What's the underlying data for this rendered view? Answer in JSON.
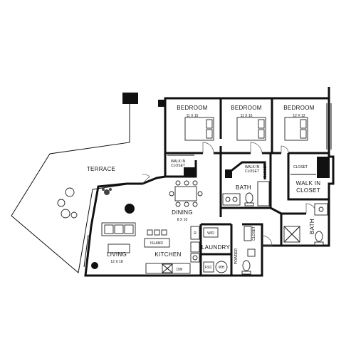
{
  "rooms": {
    "terrace": {
      "name": "TERRACE"
    },
    "bedroom1": {
      "name": "BEDROOM",
      "size": "11 X 15"
    },
    "bedroom2": {
      "name": "BEDROOM",
      "size": "11 X 15"
    },
    "bedroom3": {
      "name": "BEDROOM",
      "size": "12 X 12"
    },
    "walk_in_closet_small": {
      "line1": "WALK IN",
      "line2": "CLOSET"
    },
    "walk_in_closet_mid": {
      "line1": "WALK IN",
      "line2": "CLOSET"
    },
    "closet_small": {
      "name": "CLOSET"
    },
    "closet_tiny": {
      "name": "CLOSET"
    },
    "walk_in_closet_large": {
      "line1": "WALK IN",
      "line2": "CLOSET"
    },
    "bath1": {
      "name": "BATH"
    },
    "bath2": {
      "name": "BATH"
    },
    "dining": {
      "name": "DINING",
      "size": "8 X 10"
    },
    "living": {
      "name": "LIVING",
      "size": "12 X 18"
    },
    "kitchen": {
      "name": "KITCHEN"
    },
    "island": {
      "name": "ISLAND"
    },
    "laundry": {
      "name": "LAUNDRY"
    },
    "closet_laundry": {
      "name": "CLOSET"
    },
    "powder": {
      "name": "POWDER"
    },
    "wd": {
      "name": "W/D"
    },
    "wh": {
      "name": "WH"
    },
    "fsc": {
      "name": "FSC"
    },
    "dw": {
      "name": "DW"
    },
    "fridge": {
      "name": "R"
    }
  }
}
